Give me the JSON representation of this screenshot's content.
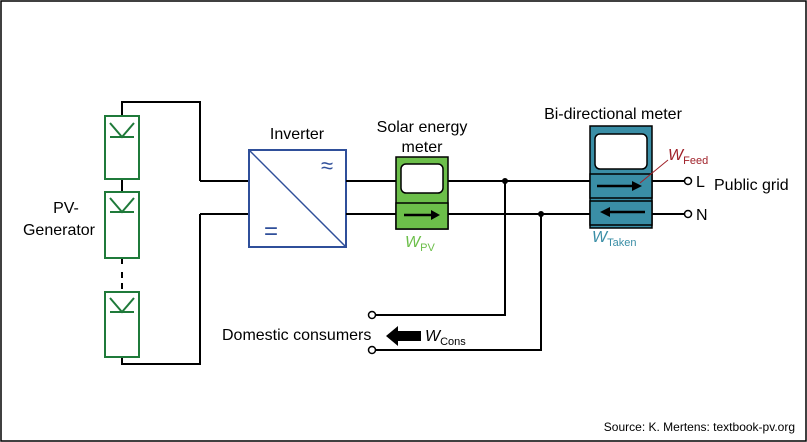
{
  "labels": {
    "pv_generator_line1": "PV-",
    "pv_generator_line2": "Generator",
    "inverter": "Inverter",
    "solar_meter_line1": "Solar energy",
    "solar_meter_line2": "meter",
    "bidirectional_meter": "Bi-directional meter",
    "w_pv_main": "W",
    "w_pv_sub": "PV",
    "w_feed_main": "W",
    "w_feed_sub": "Feed",
    "w_taken_main": "W",
    "w_taken_sub": "Taken",
    "w_cons_main": "W",
    "w_cons_sub": "Cons",
    "terminal_l": "L",
    "terminal_n": "N",
    "public_grid": "Public grid",
    "domestic_consumers": "Domestic consumers",
    "source": "Source: K. Mertens: textbook-pv.org"
  },
  "icons": {
    "inverter_ac": "≈",
    "inverter_dc": "="
  },
  "colors": {
    "pv_panel": "#1f7a3a",
    "inverter": "#2f4f9a",
    "solar_meter": "#6cbf4a",
    "bidirectional_meter": "#3a8ea6",
    "w_pv": "#6cbf4a",
    "w_feed": "#a0222a",
    "w_taken": "#3a8ea6"
  }
}
